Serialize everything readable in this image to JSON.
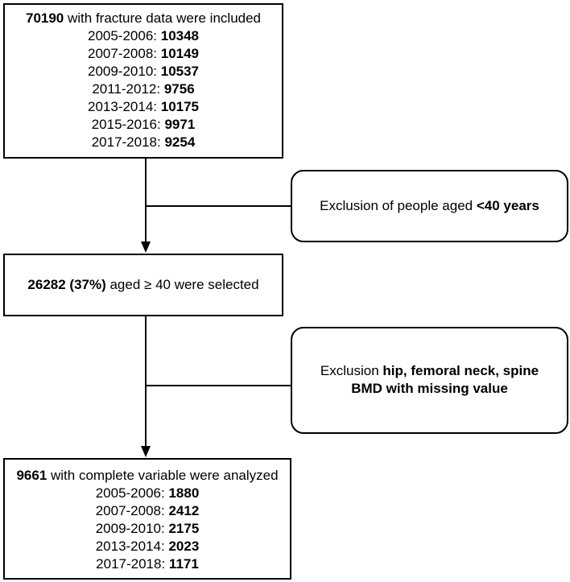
{
  "box1": {
    "header_count": "70190",
    "header_text": " with fracture data were included",
    "rows": [
      {
        "period": "2005-2006: ",
        "count": "10348"
      },
      {
        "period": "2007-2008: ",
        "count": "10149"
      },
      {
        "period": "2009-2010: ",
        "count": "10537"
      },
      {
        "period": "2011-2012: ",
        "count": "9756"
      },
      {
        "period": "2013-2014: ",
        "count": "10175"
      },
      {
        "period": "2015-2016: ",
        "count": "9971"
      },
      {
        "period": "2017-2018: ",
        "count": "9254"
      }
    ]
  },
  "exclusion1": {
    "text": "Exclusion of people aged ",
    "bold": "<40 years"
  },
  "box2": {
    "bold": "26282 (37%)",
    "text": " aged ≥ 40 were selected"
  },
  "exclusion2": {
    "line1_text": "Exclusion ",
    "line1_bold": "hip, femoral neck, spine",
    "line2_bold": "BMD with missing value"
  },
  "box3": {
    "header_count": "9661",
    "header_text": " with complete variable were analyzed",
    "rows": [
      {
        "period": "2005-2006: ",
        "count": "1880"
      },
      {
        "period": "2007-2008: ",
        "count": "2412"
      },
      {
        "period": "2009-2010: ",
        "count": "2175"
      },
      {
        "period": "2013-2014: ",
        "count": "2023"
      },
      {
        "period": "2017-2018: ",
        "count": "1171"
      }
    ]
  }
}
